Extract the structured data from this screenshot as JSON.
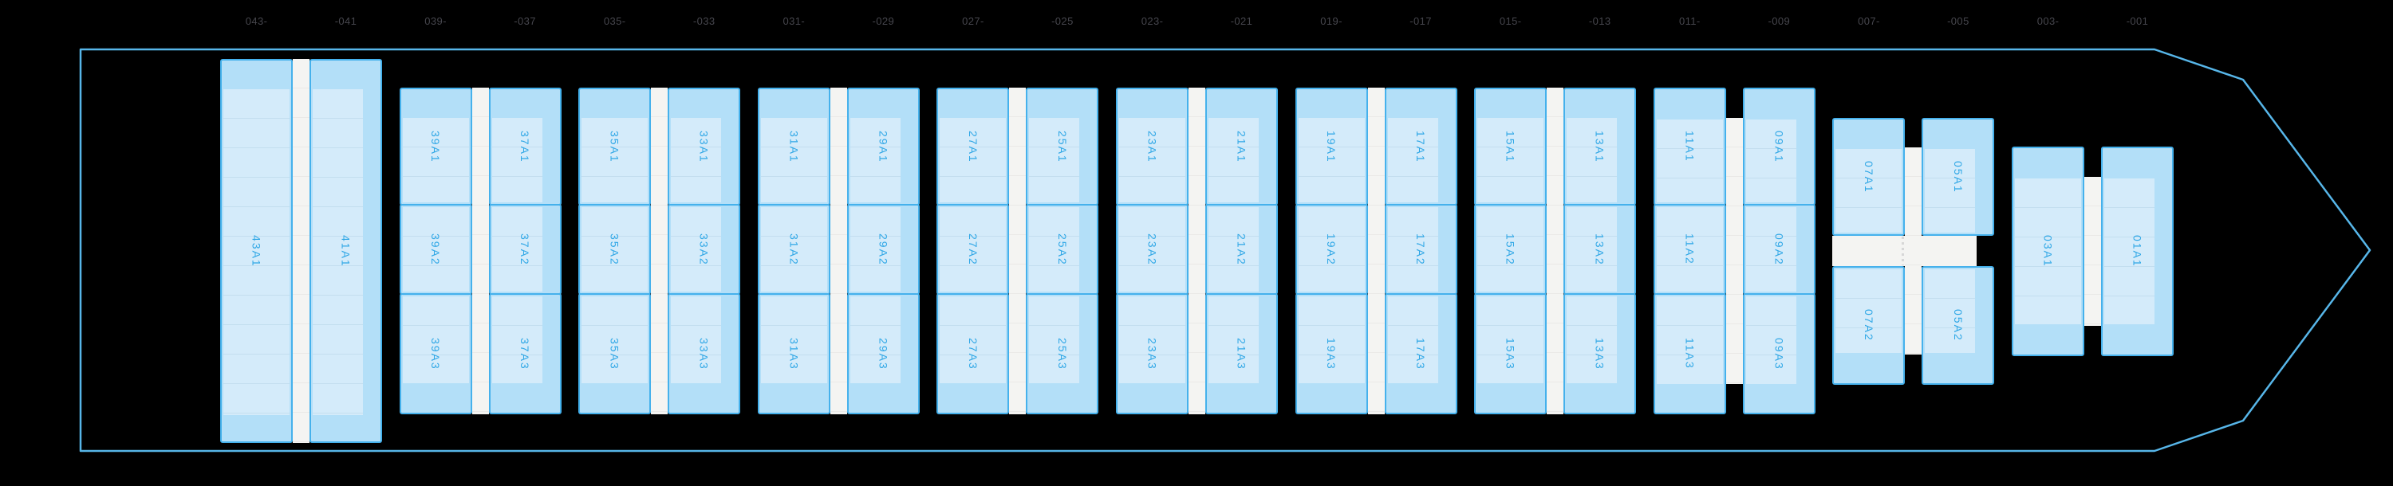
{
  "ticks": [
    "043-",
    "-041",
    "039-",
    "-037",
    "035-",
    "-033",
    "031-",
    "-029",
    "027-",
    "-025",
    "023-",
    "-021",
    "019-",
    "-017",
    "015-",
    "-013",
    "011-",
    "-009",
    "007-",
    "-005",
    "003-",
    "-001"
  ],
  "bays": [
    {
      "id": "43-41",
      "type": "tall",
      "cells": [
        [
          "43A1"
        ],
        [
          "41A1"
        ]
      ]
    },
    {
      "id": "39-37",
      "type": "standard",
      "cells": [
        [
          "39A1",
          "39A2",
          "39A3"
        ],
        [
          "37A1",
          "37A2",
          "37A3"
        ]
      ]
    },
    {
      "id": "35-33",
      "type": "standard",
      "cells": [
        [
          "35A1",
          "35A2",
          "35A3"
        ],
        [
          "33A1",
          "33A2",
          "33A3"
        ]
      ]
    },
    {
      "id": "31-29",
      "type": "standard",
      "cells": [
        [
          "31A1",
          "31A2",
          "31A3"
        ],
        [
          "29A1",
          "29A2",
          "29A3"
        ]
      ]
    },
    {
      "id": "27-25",
      "type": "standard",
      "cells": [
        [
          "27A1",
          "27A2",
          "27A3"
        ],
        [
          "25A1",
          "25A2",
          "25A3"
        ]
      ]
    },
    {
      "id": "23-21",
      "type": "standard",
      "cells": [
        [
          "23A1",
          "23A2",
          "23A3"
        ],
        [
          "21A1",
          "21A2",
          "21A3"
        ]
      ]
    },
    {
      "id": "19-17",
      "type": "standard",
      "cells": [
        [
          "19A1",
          "19A2",
          "19A3"
        ],
        [
          "17A1",
          "17A2",
          "17A3"
        ]
      ]
    },
    {
      "id": "15-13",
      "type": "standard",
      "cells": [
        [
          "15A1",
          "15A2",
          "15A3"
        ],
        [
          "13A1",
          "13A2",
          "13A3"
        ]
      ]
    },
    {
      "id": "11-09",
      "type": "split3",
      "cells": [
        [
          "11A1",
          "11A2",
          "11A3"
        ],
        [
          "09A1",
          "09A2",
          "09A3"
        ]
      ]
    },
    {
      "id": "07-05",
      "type": "split2",
      "cells": [
        [
          "07A1",
          "07A2"
        ],
        [
          "05A1",
          "05A2"
        ]
      ]
    },
    {
      "id": "03-01",
      "type": "split1",
      "cells": [
        [
          "03A1"
        ],
        [
          "01A1"
        ]
      ]
    }
  ],
  "colors": {
    "background": "#000000",
    "hull_outline": "#57b6e9",
    "cell_fill": "#b3dff8",
    "cell_border": "#45b1ec",
    "cell_overlay": "#d4ebfa",
    "slot_line": "#c3deef",
    "divider": "#f4f4f2",
    "divider_line": "#eae9e7",
    "dotted_line": "#d7d7d7",
    "cell_label": "#2fa7e6",
    "bay_number_label": "#46464d"
  }
}
